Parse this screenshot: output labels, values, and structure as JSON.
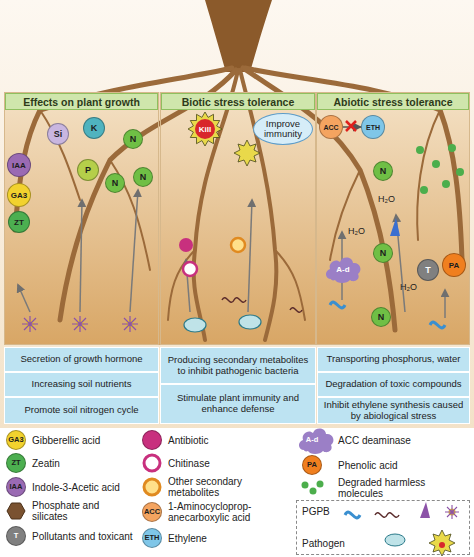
{
  "diagram": {
    "nodes": [
      {
        "text": [
          "Effects on plant growth"
        ]
      },
      {
        "text": [
          "IAA"
        ],
        "in": 0
      },
      {
        "text": [
          "GA3"
        ],
        "in": 0
      },
      {
        "text": [
          "ZT"
        ],
        "in": 0
      },
      {
        "text": [
          "Si"
        ],
        "in": 0
      },
      {
        "text": [
          "K"
        ],
        "in": 0
      },
      {
        "text": [
          "N"
        ],
        "in": 0
      },
      {
        "text": [
          "P"
        ],
        "in": 0
      },
      {
        "text": [
          "N"
        ],
        "in": 0
      },
      {
        "text": [
          "N"
        ],
        "in": 0
      },
      {
        "text": [
          "Biotic stress tolerance"
        ]
      },
      {
        "text": [
          "Kill"
        ],
        "in": 10
      },
      {
        "text": [
          "Improve immunity"
        ],
        "in": 10
      },
      {
        "text": [
          "Abiotic stress tolerance"
        ]
      },
      {
        "text": [
          "ACC"
        ],
        "in": 13
      },
      {
        "text": [
          "ETH"
        ],
        "in": 13
      },
      {
        "text": [
          "N"
        ],
        "in": 13
      },
      {
        "text": [
          "N"
        ],
        "in": 13
      },
      {
        "text": [
          "A-d"
        ],
        "in": 13
      },
      {
        "text": [
          "T"
        ],
        "in": 13
      },
      {
        "text": [
          "PA"
        ],
        "in": 13
      },
      {
        "text": [
          "N"
        ],
        "in": 13
      },
      {
        "text": [
          "Secretion of growth hormone"
        ]
      },
      {
        "text": [
          "Producing secondary metabolites to inhibit pathogenic bacteria"
        ]
      },
      {
        "text": [
          "Transporting phosphorus, water"
        ]
      },
      {
        "text": [
          "Increasing soil nutrients"
        ]
      },
      {
        "text": [
          "Stimulate plant immunity and enhance defense"
        ]
      },
      {
        "text": [
          "Degradation of toxic compounds"
        ]
      },
      {
        "text": [
          "Promote soil nitrogen cycle"
        ]
      },
      {
        "text": [
          "Inhibit ethylene synthesis caused by abiological stress"
        ]
      },
      {
        "text": [
          "PGPB",
          "Pathogen"
        ]
      }
    ],
    "edges": [
      {
        "from": 14,
        "to": 15,
        "arrow": "to"
      }
    ],
    "labels": [
      "H₂O",
      "H₂O",
      "H₂O",
      "GA3",
      "ZT",
      "IAA",
      "T",
      "ACC",
      "ETH",
      "A-d",
      "PA"
    ],
    "legend": [
      {
        "text": "Gibberellic acid",
        "color": "#f2d22e"
      },
      {
        "text": "Zeatin",
        "color": "#4caf50"
      },
      {
        "text": "Indole-3-Acetic acid",
        "color": "#9a6ab3"
      },
      {
        "text": "Phosphate and silicates"
      },
      {
        "text": "Pollutants and toxicant",
        "color": "#808080"
      },
      {
        "text": "Antibiotic",
        "color": "#c8307e"
      },
      {
        "text": "Chitinase"
      },
      {
        "text": "Other secondary metabolites"
      },
      {
        "text": "1-Aminocycloprop-anecarboxylic acid",
        "color": "#f4a460"
      },
      {
        "text": "Ethylene",
        "color": "#7fc6e8"
      },
      {
        "text": "ACC deaminase"
      },
      {
        "text": "Phenolic acid",
        "color": "#f07f1f"
      },
      {
        "text": "Degraded harmless molecules"
      }
    ]
  }
}
